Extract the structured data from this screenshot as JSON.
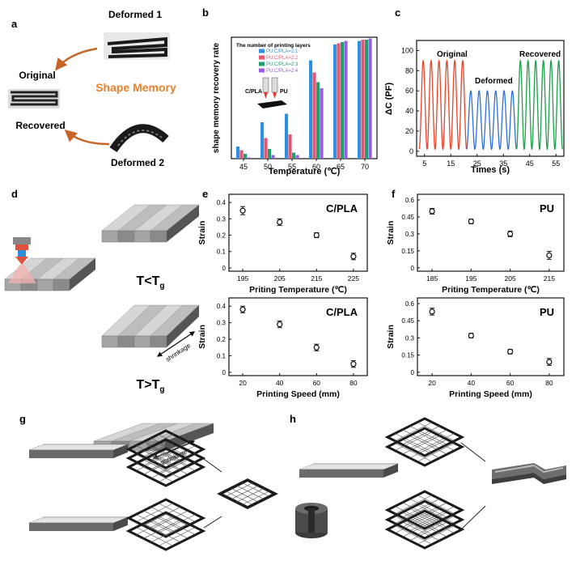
{
  "panels": {
    "a": {
      "letter": "a",
      "labels": {
        "deformed1": "Deformed 1",
        "original": "Original",
        "shape_memory": "Shape Memory",
        "recovered": "Recovered",
        "deformed2": "Deformed 2"
      },
      "colors": {
        "shape_memory": "#e8812f",
        "arrow": "#c8642a"
      }
    },
    "b": {
      "letter": "b"
    },
    "c": {
      "letter": "c",
      "annotations": {
        "original": "Original",
        "deformed": "Deformed",
        "recovered": "Recovered"
      }
    },
    "d": {
      "letter": "d",
      "labels": {
        "t_lt": "T<T",
        "t_gt": "T>T",
        "sub": "g",
        "shrinkage": "shrinkage"
      }
    },
    "e": {
      "letter": "e"
    },
    "f": {
      "letter": "f"
    },
    "g": {
      "letter": "g"
    },
    "h": {
      "letter": "h"
    }
  },
  "chart_data": [
    {
      "id": "b",
      "type": "bar",
      "title": "The number of printing layers",
      "xlabel": "Temperature (℃)",
      "ylabel": "shape memory recovery rate",
      "categories": [
        "45",
        "50",
        "55",
        "60",
        "65",
        "70"
      ],
      "ylim": [
        0,
        100
      ],
      "series": [
        {
          "name": "PU:C/PLA=2:1",
          "color": "#2f8fe0",
          "values": [
            10,
            30,
            37,
            81,
            94,
            97
          ]
        },
        {
          "name": "PU:C/PLA=2:2",
          "color": "#e8566e",
          "values": [
            7,
            17,
            20,
            71,
            95,
            98
          ]
        },
        {
          "name": "PU:C/PLA=2:3",
          "color": "#1f9e6f",
          "values": [
            4,
            8,
            5,
            63,
            96,
            98
          ]
        },
        {
          "name": "PU:C/PLA=2:4",
          "color": "#9a5ce0",
          "values": [
            1,
            3,
            3,
            58,
            97,
            99
          ]
        }
      ],
      "inset_labels": {
        "left": "C/PLA",
        "right": "PU"
      }
    },
    {
      "id": "c",
      "type": "line",
      "xlabel": "Times (s)",
      "ylabel": "ΔC (PF)",
      "xticks": [
        5,
        15,
        25,
        35,
        45,
        55
      ],
      "yticks": [
        0,
        20,
        40,
        60,
        80,
        100
      ],
      "xlim": [
        2,
        58
      ],
      "ylim": [
        -5,
        110
      ],
      "series": [
        {
          "name": "Original",
          "color": "#e8452a",
          "x_range": [
            3,
            21
          ],
          "min": 2,
          "max": 90,
          "cycles": 6
        },
        {
          "name": "Deformed",
          "color": "#2e6fe0",
          "x_range": [
            21,
            40
          ],
          "min": 2,
          "max": 60,
          "cycles": 6
        },
        {
          "name": "Recovered",
          "color": "#1fa04a",
          "x_range": [
            40,
            57.5
          ],
          "min": 2,
          "max": 90,
          "cycles": 6
        }
      ]
    },
    {
      "id": "e1",
      "type": "scatter",
      "title": "C/PLA",
      "xlabel": "Priting Temperature (℃)",
      "ylabel": "Strain",
      "xticks": [
        "195",
        "205",
        "215",
        "225"
      ],
      "yticks": [
        "0",
        "0.1",
        "0.2",
        "0.3",
        "0.4"
      ],
      "ylim": [
        -0.02,
        0.45
      ],
      "values": [
        0.35,
        0.28,
        0.2,
        0.07
      ],
      "errors": [
        0.025,
        0.02,
        0.015,
        0.02
      ]
    },
    {
      "id": "e2",
      "type": "scatter",
      "title": "C/PLA",
      "xlabel": "Printing Speed (mm)",
      "ylabel": "Strain",
      "xticks": [
        "20",
        "40",
        "60",
        "80"
      ],
      "yticks": [
        "0",
        "0.1",
        "0.2",
        "0.3",
        "0.4"
      ],
      "ylim": [
        -0.02,
        0.45
      ],
      "values": [
        0.38,
        0.29,
        0.15,
        0.05
      ],
      "errors": [
        0.02,
        0.02,
        0.02,
        0.02
      ]
    },
    {
      "id": "f1",
      "type": "scatter",
      "title": "PU",
      "xlabel": "Priting Temperature (℃)",
      "ylabel": "Strain",
      "xticks": [
        "185",
        "195",
        "205",
        "215"
      ],
      "yticks": [
        "0",
        "0.15",
        "0.3",
        "0.45",
        "0.6"
      ],
      "ylim": [
        -0.03,
        0.65
      ],
      "values": [
        0.5,
        0.41,
        0.3,
        0.11
      ],
      "errors": [
        0.025,
        0.02,
        0.025,
        0.035
      ]
    },
    {
      "id": "f2",
      "type": "scatter",
      "title": "PU",
      "xlabel": "Printing Speed (mm)",
      "ylabel": "Strain",
      "xticks": [
        "20",
        "40",
        "60",
        "80"
      ],
      "yticks": [
        "0",
        "0.15",
        "0.3",
        "0.45",
        "0.6"
      ],
      "ylim": [
        -0.03,
        0.65
      ],
      "values": [
        0.53,
        0.32,
        0.18,
        0.09
      ],
      "errors": [
        0.03,
        0.02,
        0.02,
        0.03
      ]
    }
  ]
}
